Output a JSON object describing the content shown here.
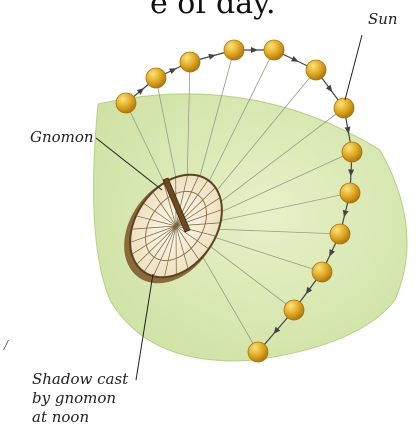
{
  "heading_fragment": "e of day.",
  "labels": {
    "sun": "Sun",
    "gnomon": "Gnomon",
    "shadow": [
      "Shadow cast",
      "by gnomon",
      "at noon"
    ]
  },
  "edge_fragment": "/",
  "colors": {
    "ground_fill": "#dcebb8",
    "ground_edge": "#b7cf86",
    "sun_fill": "#e0a722",
    "sun_highlight": "#f7d860",
    "sun_shadow": "#a9730c",
    "dial_face": "#f7eed8",
    "dial_rim": "#5c4320",
    "ray_line": "#9a9a86",
    "arrow": "#444444"
  }
}
